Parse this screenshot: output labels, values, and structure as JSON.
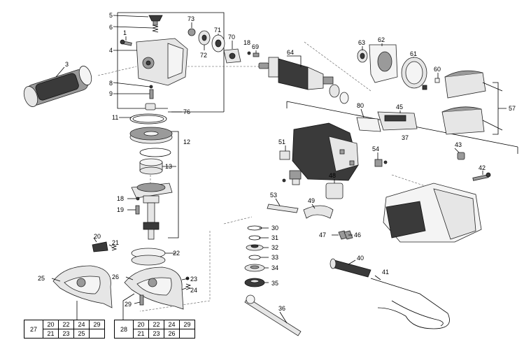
{
  "labels": {
    "n1": "1",
    "n3": "3",
    "n4": "4",
    "n5": "5",
    "n6": "6",
    "n8": "8",
    "n9": "9",
    "n11": "11",
    "n12": "12",
    "n13": "13",
    "n18a": "18",
    "n18b": "18",
    "n19": "19",
    "n20": "20",
    "n21": "21",
    "n22": "22",
    "n23": "23",
    "n24": "24",
    "n25": "25",
    "n26": "26",
    "n29": "29",
    "n30": "30",
    "n31": "31",
    "n32": "32",
    "n33": "33",
    "n34": "34",
    "n35": "35",
    "n36": "36",
    "n37": "37",
    "n40": "40",
    "n41": "41",
    "n42": "42",
    "n43": "43",
    "n45": "45",
    "n46": "46",
    "n47": "47",
    "n48": "48",
    "n49": "49",
    "n51": "51",
    "n53": "53",
    "n54": "54",
    "n57": "57",
    "n60": "60",
    "n61": "61",
    "n62": "62",
    "n63": "63",
    "n64": "64",
    "n69": "69",
    "n70": "70",
    "n71": "71",
    "n72": "72",
    "n73": "73",
    "n76": "76",
    "n80": "80"
  },
  "kit_27": {
    "head": "27",
    "row1": [
      "20",
      "22",
      "24",
      "29"
    ],
    "row2": [
      "21",
      "23",
      "25",
      ""
    ]
  },
  "kit_28": {
    "head": "28",
    "row1": [
      "20",
      "22",
      "24",
      "29"
    ],
    "row2": [
      "21",
      "23",
      "26",
      ""
    ]
  }
}
